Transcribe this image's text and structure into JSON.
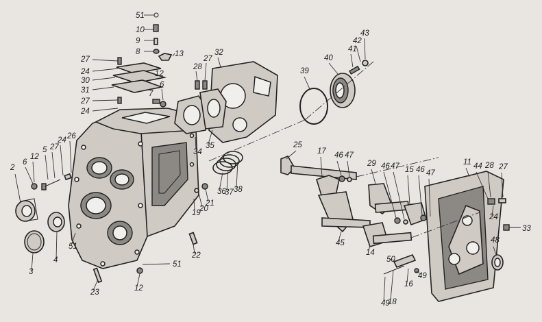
{
  "diagram": {
    "labels": [
      "51",
      "10",
      "9",
      "8",
      "13",
      "27",
      "24",
      "30",
      "31",
      "27",
      "24",
      "12",
      "7",
      "6",
      "28",
      "27",
      "32",
      "39",
      "40",
      "41",
      "42",
      "43",
      "26",
      "24",
      "27",
      "5",
      "12",
      "6",
      "2",
      "34",
      "35",
      "25",
      "17",
      "46",
      "47",
      "29",
      "46",
      "47",
      "15",
      "46",
      "47",
      "11",
      "44",
      "28",
      "27",
      "36",
      "37",
      "38",
      "21",
      "20",
      "19",
      "51",
      "4",
      "3",
      "24",
      "33",
      "45",
      "14",
      "50",
      "16",
      "18",
      "49",
      "49",
      "48",
      "22",
      "51",
      "12",
      "23"
    ]
  }
}
